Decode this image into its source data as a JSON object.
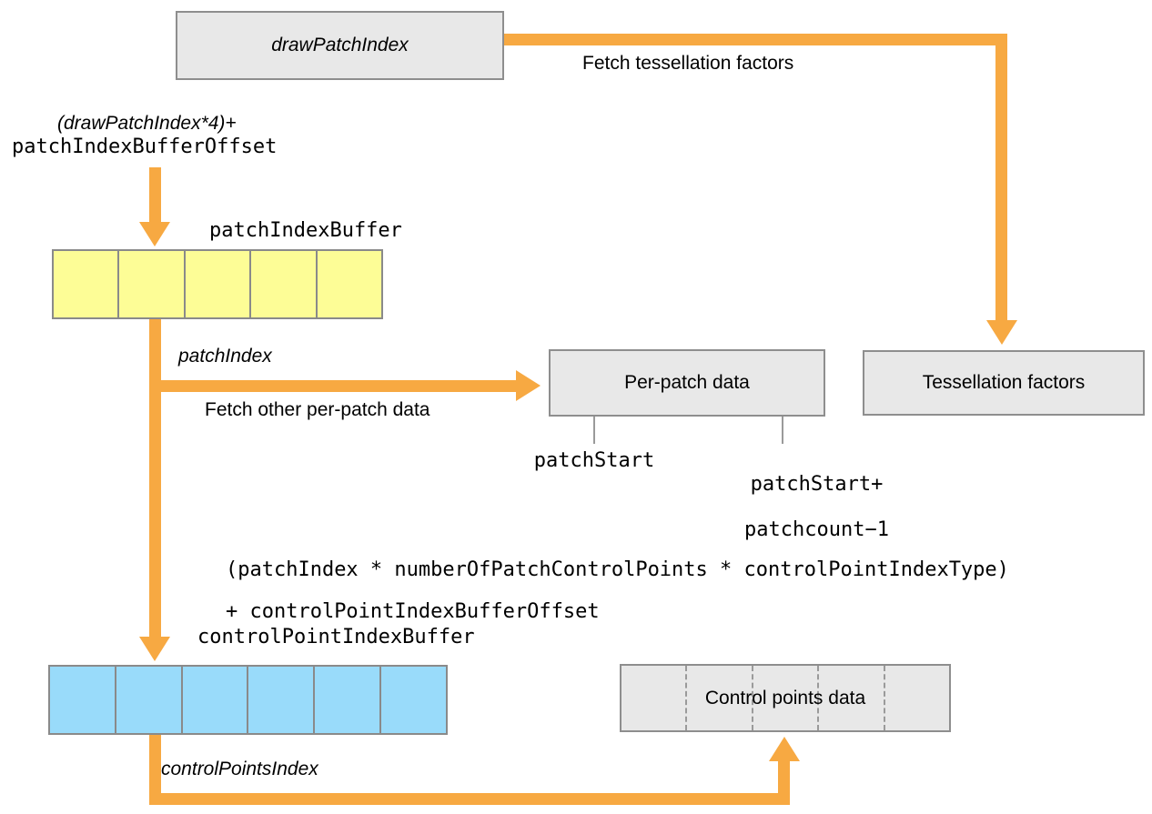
{
  "colors": {
    "orange": "#F7A942",
    "box_fill": "#E8E8E8",
    "box_border": "#8E8E8E",
    "cell_border": "#8A8A8A",
    "yellow_buffer": "#FDFD96",
    "blue_buffer": "#99DBFA"
  },
  "nodes": {
    "draw_patch_index": "drawPatchIndex",
    "per_patch_data": "Per-patch data",
    "tessellation_factors": "Tessellation factors",
    "control_points_data": "Control points data"
  },
  "buffers": {
    "patch_index_buffer": {
      "label": "patchIndexBuffer",
      "cells": 5
    },
    "control_point_index_buffer": {
      "label": "controlPointIndexBuffer",
      "cells": 6
    },
    "control_points_data_cells": 5
  },
  "edge_labels": {
    "fetch_tessellation": "Fetch tessellation factors",
    "fetch_per_patch": "Fetch other per-patch data",
    "patch_index": "patchIndex",
    "control_points_index": "controlPointsIndex"
  },
  "expressions": {
    "draw_offset_line1": "(drawPatchIndex*4)+",
    "draw_offset_line2": "patchIndexBufferOffset",
    "control_offset_line1": "(patchIndex * numberOfPatchControlPoints * controlPointIndexType)",
    "control_offset_line2": "+ controlPointIndexBufferOffset"
  },
  "range_labels": {
    "patch_start": "patchStart",
    "patch_end_line1": "patchStart+",
    "patch_end_line2": "patchcount−1"
  }
}
